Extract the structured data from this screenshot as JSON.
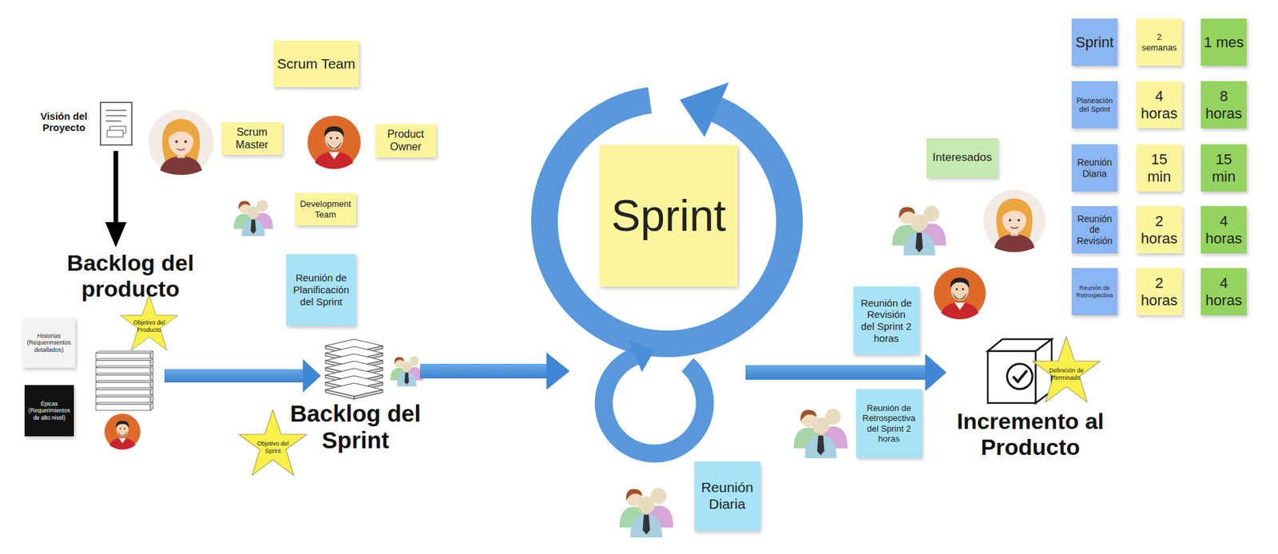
{
  "diagram": {
    "nodes": [
      {
        "text": [
          "Scrum Team"
        ]
      },
      {
        "text": [
          "Scrum Master"
        ]
      },
      {
        "text": [
          "Product Owner"
        ]
      },
      {
        "text": [
          "Development Team"
        ]
      },
      {
        "text": [
          "Historias (Requerimientos detallados)"
        ]
      },
      {
        "text": [
          "Objetivo del Producto"
        ]
      },
      {
        "text": [
          "Épicas (Requerimientos de alto nivel)"
        ]
      },
      {
        "text": [
          "Reunión de Planificación del Sprint"
        ]
      },
      {
        "text": [
          "Objetivo del Sprint"
        ]
      },
      {
        "text": [
          "Sprint"
        ]
      },
      {
        "text": [
          "Reunión Diaria"
        ]
      },
      {
        "text": [
          "Interesados"
        ]
      },
      {
        "text": [
          "Reunión de Revisión del Sprint 2 horas"
        ]
      },
      {
        "text": [
          "Reunión de Retrospectiva del Sprint 2 horas"
        ]
      },
      {
        "text": [
          "Definición de Terminado"
        ]
      },
      {
        "text": [
          "Sprint"
        ]
      },
      {
        "text": [
          "2 semanas"
        ]
      },
      {
        "text": [
          "1 mes"
        ]
      },
      {
        "text": [
          "Planeación del Sprint"
        ]
      },
      {
        "text": [
          "4 horas"
        ]
      },
      {
        "text": [
          "8 horas"
        ]
      },
      {
        "text": [
          "Reunión Diaria"
        ]
      },
      {
        "text": [
          "15 min"
        ]
      },
      {
        "text": [
          "15 min"
        ]
      },
      {
        "text": [
          "Reunión de Revisión"
        ]
      },
      {
        "text": [
          "2 horas"
        ]
      },
      {
        "text": [
          "4 horas"
        ]
      },
      {
        "text": [
          "Reunión de Retrospectiva"
        ]
      },
      {
        "text": [
          "2 horas"
        ]
      },
      {
        "text": [
          "4 horas"
        ]
      }
    ],
    "labels": [
      "Visión del Proyecto",
      "Backlog del producto",
      "Backlog del Sprint",
      "Incremento al Producto"
    ]
  }
}
